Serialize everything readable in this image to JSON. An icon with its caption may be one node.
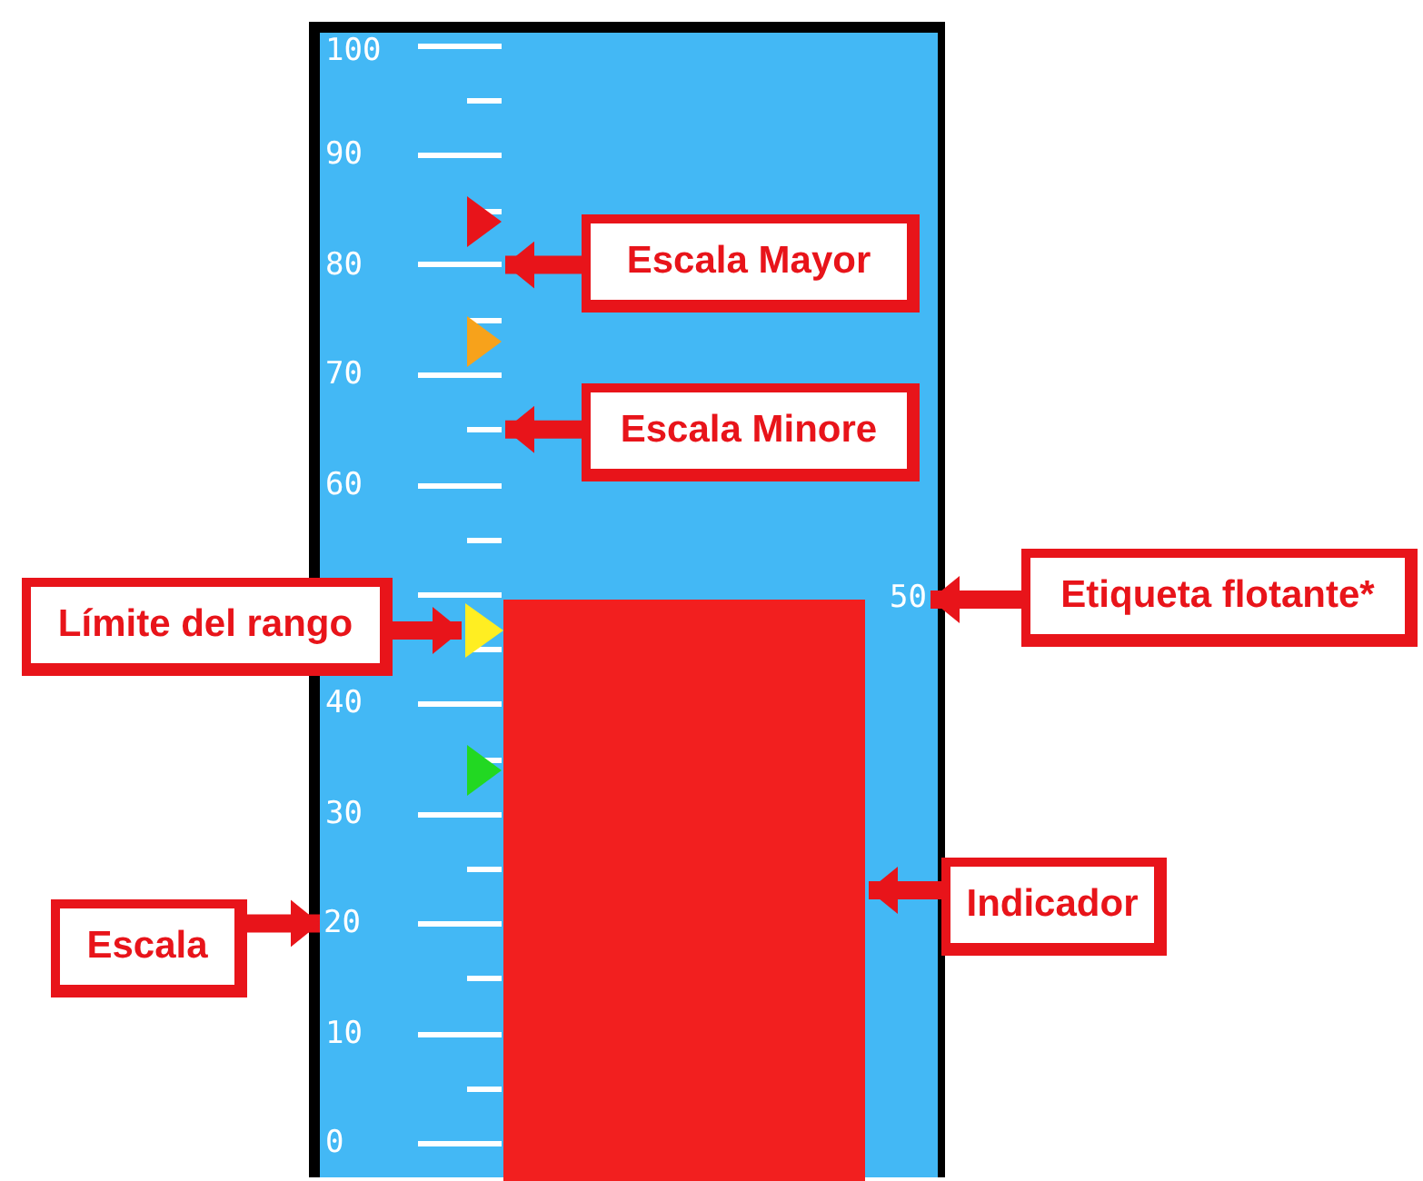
{
  "diagram": {
    "nodes": [
      {
        "text": [
          "Escala Mayor"
        ]
      },
      {
        "text": [],
        "shape": "bar"
      },
      {
        "text": [
          "Escala Minore"
        ]
      },
      {
        "text": [],
        "shape": "bar"
      },
      {
        "text": [
          "Límite del rango"
        ]
      },
      {
        "text": [],
        "shape": "triangle"
      },
      {
        "text": [
          "50"
        ]
      },
      {
        "text": [
          "Etiqueta flotante*"
        ]
      },
      {
        "text": [
          "Escala"
        ]
      },
      {
        "text": [
          "20"
        ]
      },
      {
        "text": [
          "Indicador"
        ]
      },
      {
        "text": [],
        "shape": "bar"
      }
    ],
    "edges": [
      {
        "from": 0,
        "to": 1,
        "arrow": "to"
      },
      {
        "from": 2,
        "to": 3,
        "arrow": "to"
      },
      {
        "from": 4,
        "to": 5,
        "arrow": "to"
      },
      {
        "from": 7,
        "to": 6,
        "arrow": "to"
      },
      {
        "from": 8,
        "to": 9,
        "arrow": "to"
      },
      {
        "from": 10,
        "to": 11,
        "arrow": "to"
      }
    ],
    "labels": [
      "100",
      "90",
      "80",
      "70",
      "60",
      "40",
      "30",
      "10",
      "0"
    ]
  }
}
